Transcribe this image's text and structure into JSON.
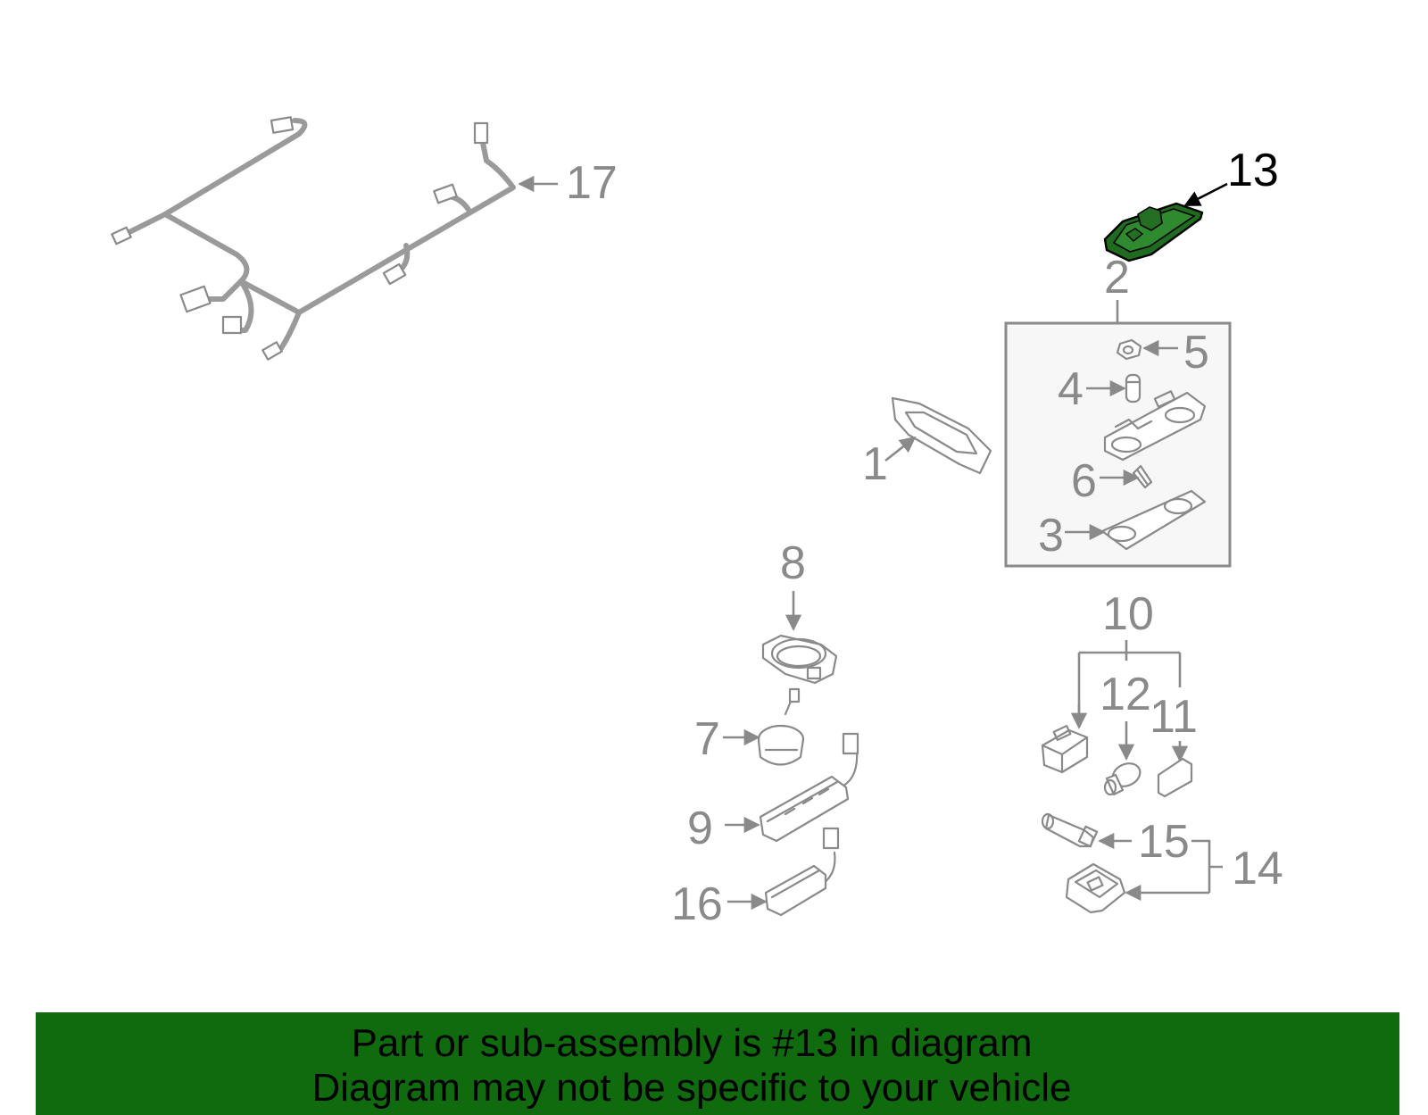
{
  "labels": {
    "p1": "1",
    "p2": "2",
    "p3": "3",
    "p4": "4",
    "p5": "5",
    "p6": "6",
    "p7": "7",
    "p8": "8",
    "p9": "9",
    "p10": "10",
    "p11": "11",
    "p12": "12",
    "p13": "13",
    "p14": "14",
    "p15": "15",
    "p16": "16",
    "p17": "17"
  },
  "highlight": {
    "part_number": "13",
    "color": "#1f6b1f"
  },
  "banner": {
    "color": "#106b0e",
    "line1": "Part or sub-assembly is #13 in diagram",
    "line2": "Diagram may not be specific to your vehicle"
  }
}
